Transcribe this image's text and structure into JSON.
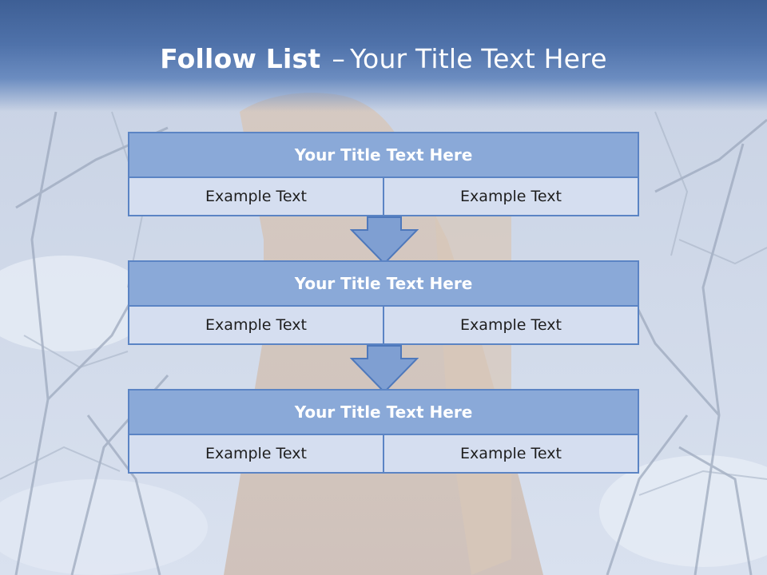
{
  "slide": {
    "title_bold": "Follow List",
    "title_separator": "–",
    "title_rest": "Your Title Text Here"
  },
  "steps": [
    {
      "title": "Your Title Text Here",
      "left": "Example Text",
      "right": "Example Text"
    },
    {
      "title": "Your Title Text Here",
      "left": "Example Text",
      "right": "Example Text"
    },
    {
      "title": "Your Title Text Here",
      "left": "Example Text",
      "right": "Example Text"
    }
  ],
  "colors": {
    "header_blue": "#4f72aa",
    "box_title_fill": "#8aa9d8",
    "box_border": "#5b84c4",
    "cell_fill": "#d5def0",
    "arrow_fill": "#7f9fd2"
  }
}
